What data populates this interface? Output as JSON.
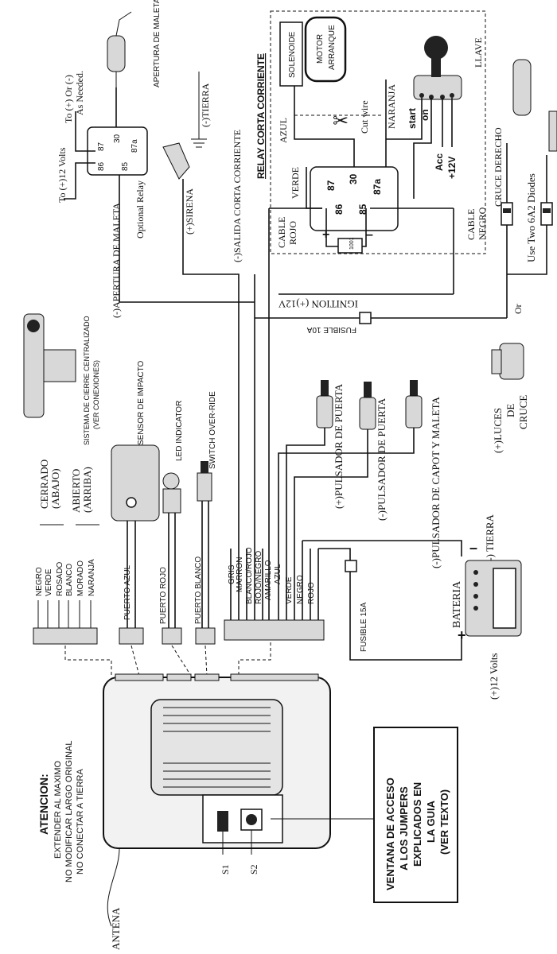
{
  "labels": {
    "apertura_maleta_top": "APERTURA DE MALETA",
    "to_pos_neg": "To (+) Or (-)",
    "as_needed": "As Needed.",
    "to_12v": "To (+)12 Volts",
    "optional_relay": "Optional Relay",
    "apertura_maleta_neg": "(-)APERTURA DE MALETA",
    "tierra_top": "(-)TIERRA",
    "sirena": "(+)SIRENA",
    "salida_corta": "(-)SALIDA CORTA CORRIENTE",
    "relay_corta": "RELAY CORTA CORRIENTE",
    "solenoide": "SOLENOIDE",
    "motor": "MOTOR",
    "arranque": "ARRANQUE",
    "azul_relay": "AZUL",
    "cut_wire": "Cut wire",
    "naranja": "NARANJA",
    "llave": "LLAVE",
    "start": "start",
    "on": "on",
    "acc": "Acc",
    "plus12v": "+12V",
    "verde_relay": "VERDE",
    "cable_rojo_1": "CABLE",
    "cable_rojo_2": "ROJO",
    "cable_negro_1": "CABLE",
    "cable_negro_2": "NEGRO",
    "ignition": "IGNITION (+)12V",
    "fusible_10a": "FUSIBLE 10A",
    "cruce_derecho": "CRUCE DERECHO",
    "use_diodes": "Use Two 6A2 Diodes",
    "or": "Or",
    "luces_1": "(+)LUCES",
    "luces_2": "DE",
    "luces_3": "CRUCE",
    "cierre_1": "SISTEMA DE CIERRE CENTRALIZADO",
    "cierre_2": "(VER CONEXIONES)",
    "sensor": "SENSOR DE IMPACTO",
    "led": "LED INDICATOR",
    "switch": "SWITCH OVER-RIDE",
    "pulsador_pos": "(+)PULSADOR DE PUERTA",
    "pulsador_neg": "(-)PULSADOR DE PUERTA",
    "pulsador_capot": "(-)PULSADOR DE CAPOT Y MALETA",
    "cerrado_1": "CERRADO",
    "cerrado_2": "(ABAJO)",
    "abierto_1": "ABIERTO",
    "abierto_2": "(ARRIBA)",
    "puerto_azul": "PUERTO AZUL",
    "puerto_rojo": "PUERTO ROJO",
    "puerto_blanco": "PUERTO BLANCO",
    "tierra_bat": "(-) TIERRA",
    "bateria": "BATERIA",
    "fusible_15a": "FUSIBLE 15A",
    "plus12_volts": "(+)12 Volts",
    "atencion": "ATENCION:",
    "atencion_1": "EXTENDER AL MAXIMO",
    "atencion_2": "NO MODIFICAR LARGO ORIGINAL",
    "atencion_3": "NO CONECTAR A TIERRA",
    "antena": "ANTENA",
    "s1": "S1",
    "s2": "S2",
    "ventana_1": "VENTANA DE ACCESO",
    "ventana_2": "A LOS JUMPERS",
    "ventana_3": "EXPLICADOS EN",
    "ventana_4": "LA GUIA",
    "ventana_5": "(VER TEXTO)",
    "diode_label": "1001"
  },
  "relay_pins_top": [
    "87",
    "30",
    "87a",
    "86",
    "85"
  ],
  "relay_pins_main": [
    "87",
    "30",
    "87a",
    "86",
    "85"
  ],
  "lock_wires": [
    "NEGRO",
    "VERDE",
    "ROSADO",
    "BLANCO",
    "MORADO",
    "NARANJA"
  ],
  "main_wires": [
    "GRIS",
    "MARRON",
    "BLANCO/ROJO",
    "ROJO/NEGRO",
    "AMARILLO",
    "AZUL",
    "VERDE",
    "NEGRO",
    "ROJO"
  ],
  "polarity": {
    "plus": "+",
    "minus": "–"
  }
}
